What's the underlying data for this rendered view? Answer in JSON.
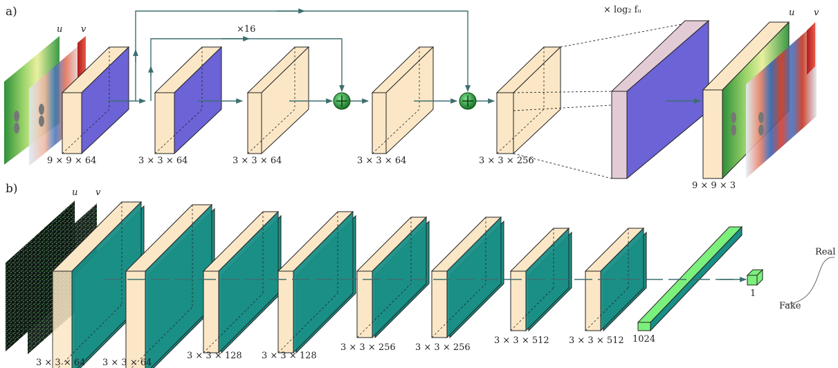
{
  "panels": {
    "a": "a)",
    "b": "b)"
  },
  "generator": {
    "input_labels": {
      "u": "u",
      "v": "v"
    },
    "output_labels": {
      "u": "u",
      "v": "v"
    },
    "skip_label": "×16",
    "upsample_label": "× log₂ fᵤ",
    "layers": [
      {
        "label": "9 × 9 × 64"
      },
      {
        "label": "3 × 3 × 64"
      },
      {
        "label": "3 × 3 × 64"
      },
      {
        "label": "3 × 3 × 64"
      },
      {
        "label": "3 × 3 × 256"
      },
      {
        "label": "9 × 9 × 3"
      }
    ]
  },
  "discriminator": {
    "input_labels": {
      "u": "u",
      "v": "v"
    },
    "layers": [
      {
        "label": "3 × 3 × 64"
      },
      {
        "label": "3 × 3 × 64"
      },
      {
        "label": "3 × 3 × 128"
      },
      {
        "label": "3 × 3 × 128"
      },
      {
        "label": "3 × 3 × 256"
      },
      {
        "label": "3 × 3 × 256"
      },
      {
        "label": "3 × 3 × 512"
      },
      {
        "label": "3 × 3 × 512"
      }
    ],
    "dense_label": "1024",
    "output_label": "1",
    "real_label": "Real",
    "fake_label": "Fake"
  },
  "colors": {
    "layer_face": "#fbe7c6",
    "layer_edge": "#222222",
    "bn_generator": "#6b63d6",
    "bn_discriminator": "#1a8f86",
    "dense": "#7cf07c",
    "sum_node": "#1f8a2e",
    "arrow": "#3c6e6e",
    "upsample_pink": "#e3cbd6"
  }
}
